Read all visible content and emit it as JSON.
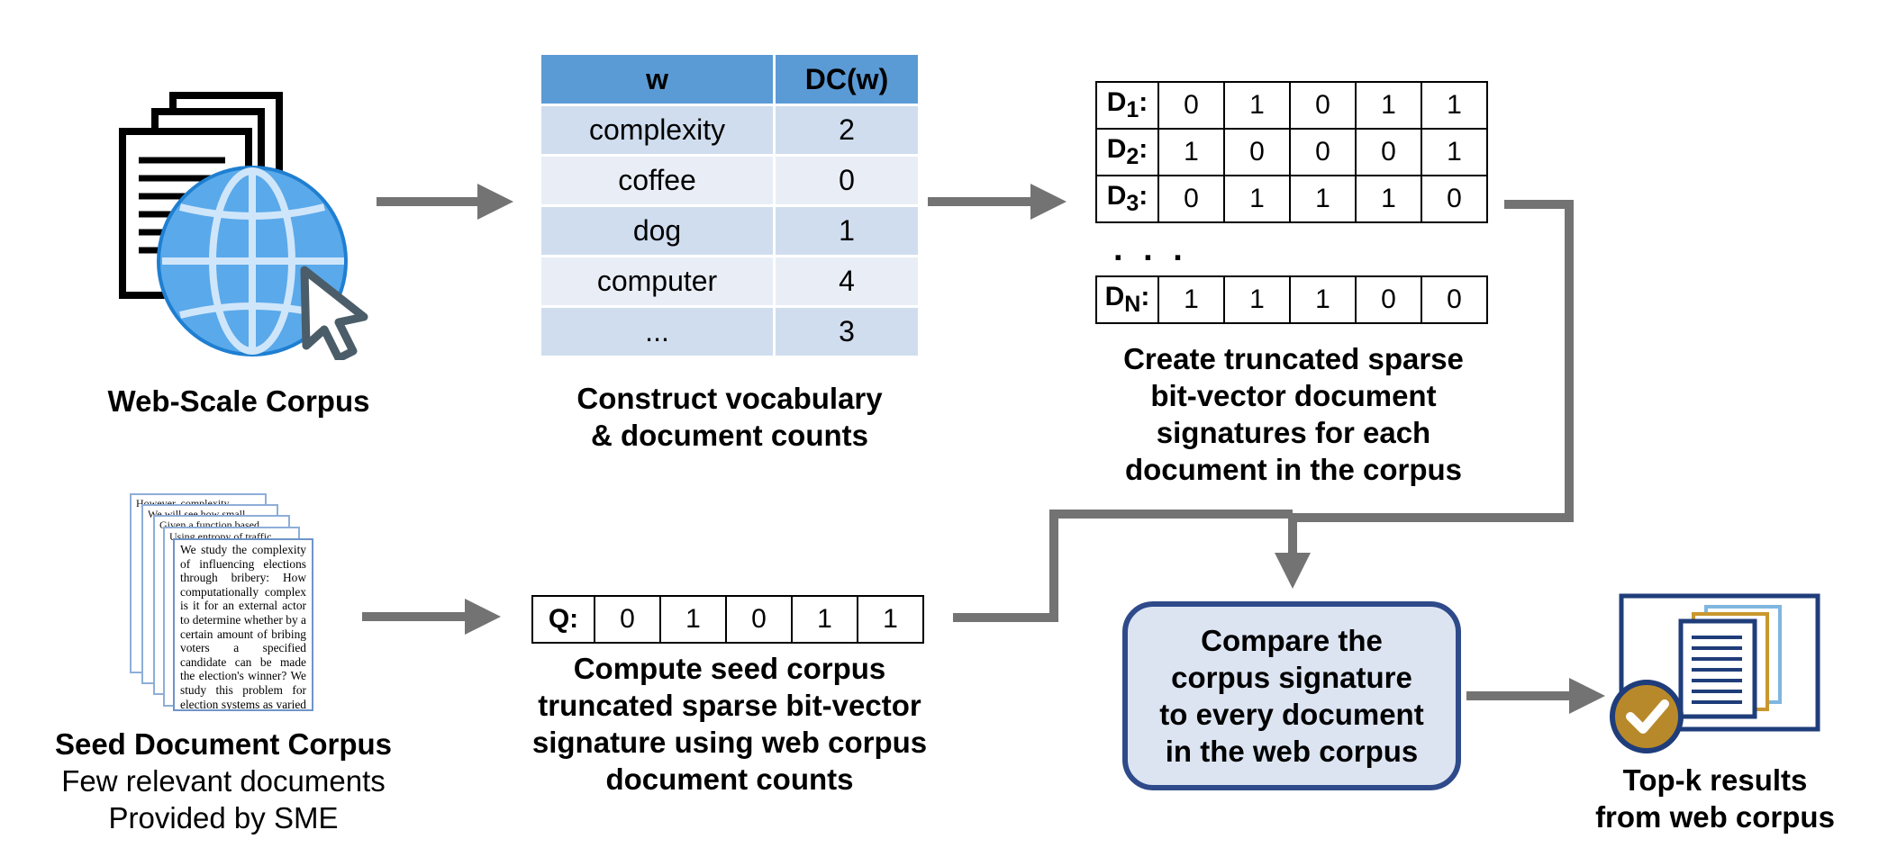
{
  "web_corpus": {
    "label": "Web-Scale Corpus",
    "icon": "globe-documents-cursor-icon"
  },
  "vocab": {
    "caption": [
      "Construct vocabulary",
      "& document counts"
    ],
    "headers": [
      "w",
      "DC(w)"
    ],
    "rows": [
      {
        "word": "complexity",
        "count": "2"
      },
      {
        "word": "coffee",
        "count": "0"
      },
      {
        "word": "dog",
        "count": "1"
      },
      {
        "word": "computer",
        "count": "4"
      },
      {
        "word": "...",
        "count": "3"
      }
    ]
  },
  "signatures": {
    "rows": [
      {
        "base": "D",
        "sub": "1",
        "bits": [
          "0",
          "1",
          "0",
          "1",
          "1"
        ]
      },
      {
        "base": "D",
        "sub": "2",
        "bits": [
          "1",
          "0",
          "0",
          "0",
          "1"
        ]
      },
      {
        "base": "D",
        "sub": "3",
        "bits": [
          "0",
          "1",
          "1",
          "1",
          "0"
        ]
      }
    ],
    "ellipsis": ". . .",
    "last": {
      "base": "D",
      "sub": "N",
      "bits": [
        "1",
        "1",
        "1",
        "0",
        "0"
      ]
    },
    "caption": [
      "Create truncated sparse",
      "bit-vector document",
      "signatures for each",
      "document in the corpus"
    ]
  },
  "seed": {
    "snippet": "We study the complexity of influencing elections through bribery: How computationally complex is it for an external actor to determine whether by a certain amount of bribing voters a specified candidate can be made the election's winner? We study this problem for election systems as varied as scoring ...",
    "back_snippets": [
      "However, complexity",
      "We will see how small",
      "Given a function based",
      "Using entropy of traffic"
    ],
    "title": "Seed Document Corpus",
    "sub1": "Few relevant documents",
    "sub2": "Provided by SME"
  },
  "query": {
    "label": "Q:",
    "bits": [
      "0",
      "1",
      "0",
      "1",
      "1"
    ],
    "caption": [
      "Compute seed corpus",
      "truncated sparse bit-vector",
      "signature using web corpus",
      "document counts"
    ]
  },
  "compare": {
    "lines": [
      "Compare the",
      "corpus signature",
      "to every document",
      "in the web corpus"
    ]
  },
  "results": {
    "caption": [
      "Top-k results",
      "from web corpus"
    ],
    "icon": "checked-documents-monitor-icon"
  },
  "colors": {
    "arrow": "#737373",
    "header_blue": "#5b9bd5",
    "row_dark": "#d0ddee",
    "row_light": "#e9eef6",
    "compare_border": "#2f4a8a",
    "compare_fill": "#dce4f2",
    "globe": "#5aa9ea",
    "check_gold": "#b8892a"
  }
}
